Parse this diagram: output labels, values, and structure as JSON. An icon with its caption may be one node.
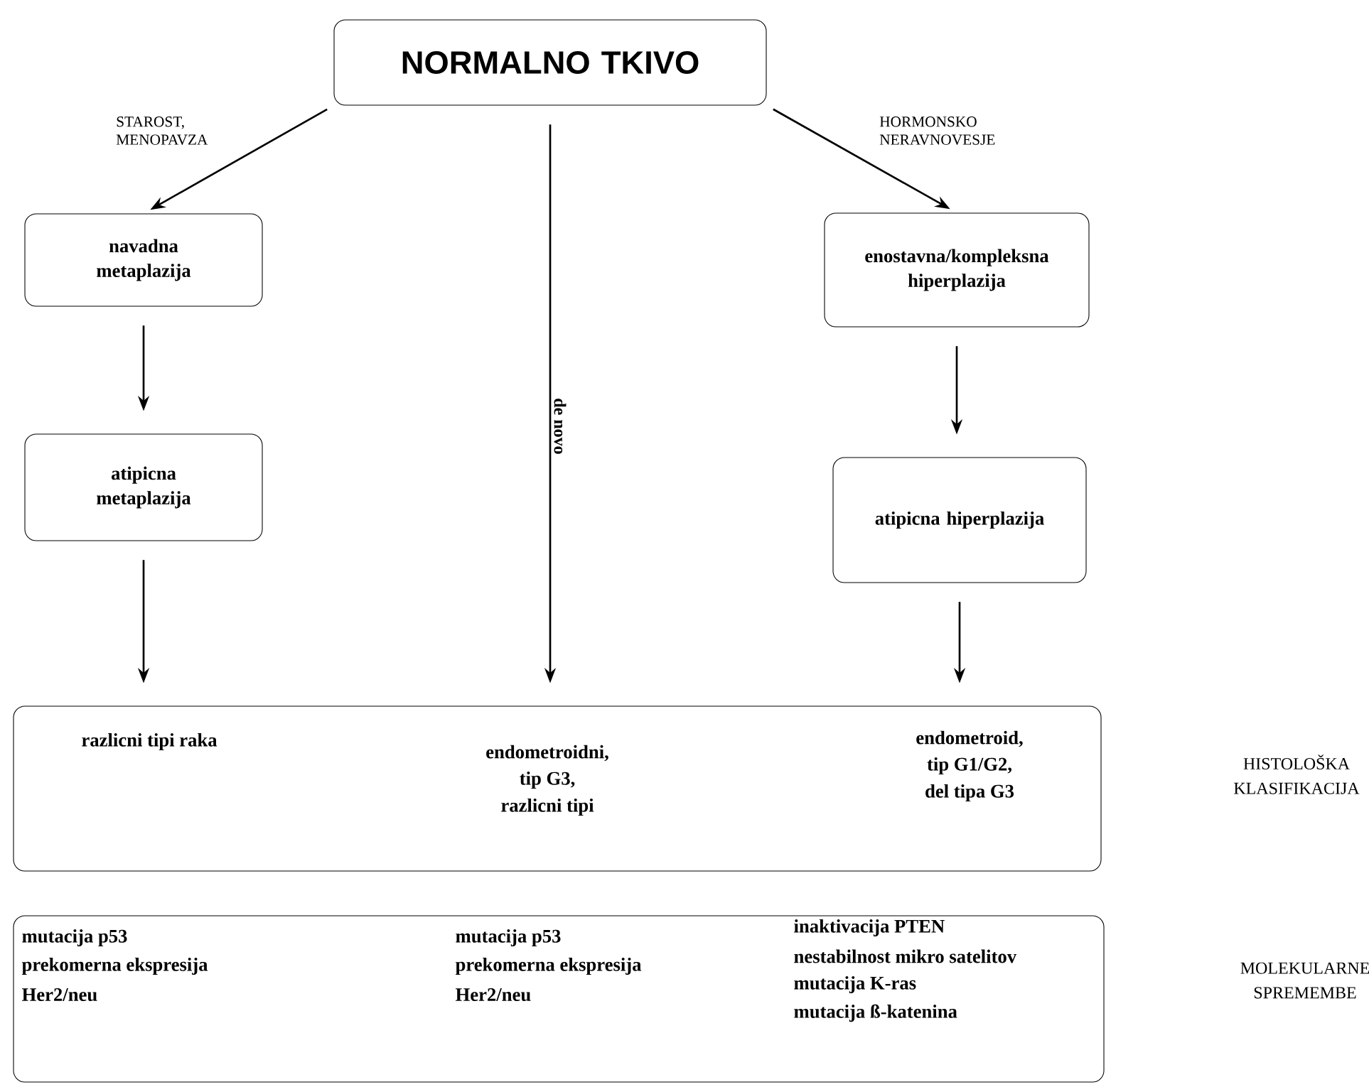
{
  "diagram": {
    "nodes": [
      {
        "text": [
          "NORMALNO TKIVO"
        ]
      },
      {
        "text": [
          "navadna metaplazija"
        ]
      },
      {
        "text": [
          "enostavna/kompleksna hiperplazija"
        ]
      },
      {
        "text": [
          "atipicna metaplazija"
        ]
      },
      {
        "text": [
          "atipicna hiperplazija"
        ]
      },
      {
        "text": [
          "razlicni tipi raka",
          "endometroidni,",
          "tip G3,",
          "razlicni tipi",
          "endometroid,",
          "tip G1/G2,",
          "del tipa G3"
        ]
      },
      {
        "text": [
          "mutacija p53",
          "prekomerna ekspresija",
          "Her2/neu",
          "mutacija p53",
          "prekomerna ekspresija",
          "Her2/neu",
          "inaktivacija PTEN",
          "nestabilnost mikro satelitov",
          "mutacija K-ras",
          "mutacija ß-katenina"
        ]
      }
    ],
    "labels": [
      "HISTOLOŠKA KLASIFIKACIJA",
      "MOLEKULARNE SPREMEMBE"
    ],
    "edges": [
      {
        "from": 0,
        "to": 1,
        "arrow": "to",
        "label": "STAROST, MENOPAVZA"
      },
      {
        "from": 0,
        "to": 5,
        "arrow": "to",
        "label": "de novo"
      },
      {
        "from": 0,
        "to": 2,
        "arrow": "to",
        "label": "HORMONSKO NERAVNOVESJE"
      },
      {
        "from": 1,
        "to": 3,
        "arrow": "to"
      },
      {
        "from": 2,
        "to": 4,
        "arrow": "to"
      },
      {
        "from": 3,
        "to": 5,
        "arrow": "to"
      },
      {
        "from": 4,
        "to": 5,
        "arrow": "to"
      }
    ]
  }
}
